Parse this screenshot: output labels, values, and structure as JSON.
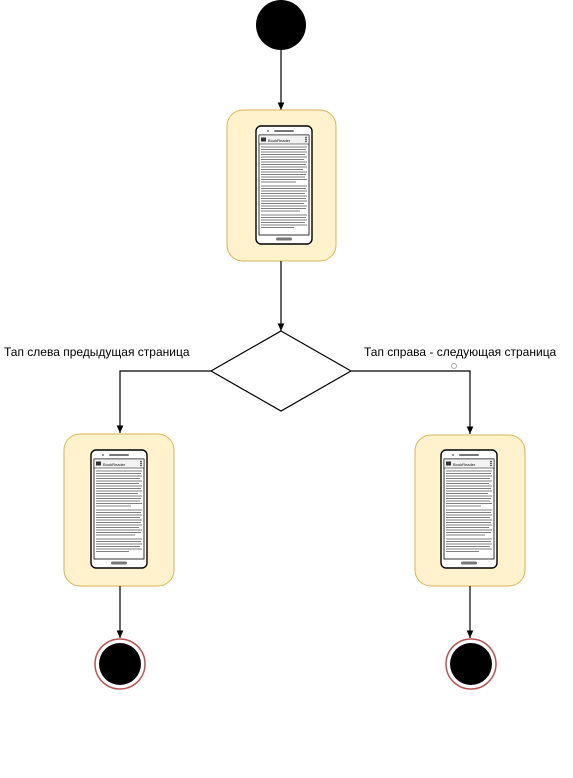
{
  "diagram": {
    "type": "activity",
    "nodes": [
      {
        "id": "start",
        "kind": "initial"
      },
      {
        "id": "screen-reading",
        "kind": "activity",
        "image": "book-reader-phone"
      },
      {
        "id": "decision",
        "kind": "decision"
      },
      {
        "id": "screen-prev",
        "kind": "activity",
        "image": "book-reader-phone"
      },
      {
        "id": "screen-next",
        "kind": "activity",
        "image": "book-reader-phone"
      },
      {
        "id": "end-left",
        "kind": "final"
      },
      {
        "id": "end-right",
        "kind": "final"
      }
    ],
    "edges": [
      {
        "from": "start",
        "to": "screen-reading"
      },
      {
        "from": "screen-reading",
        "to": "decision"
      },
      {
        "from": "decision",
        "to": "screen-prev"
      },
      {
        "from": "decision",
        "to": "screen-next"
      },
      {
        "from": "screen-prev",
        "to": "end-left"
      },
      {
        "from": "screen-next",
        "to": "end-right"
      }
    ],
    "labels": {
      "left_branch": "Тап слева предыдущая страница",
      "right_branch": "Тап справа - следующая страница"
    },
    "phone": {
      "app_title": "BookReader"
    },
    "colors": {
      "activity_fill": "#fff2cc",
      "activity_stroke": "#d6b656",
      "final_ring": "#b85450",
      "node_fill": "#000000"
    }
  }
}
